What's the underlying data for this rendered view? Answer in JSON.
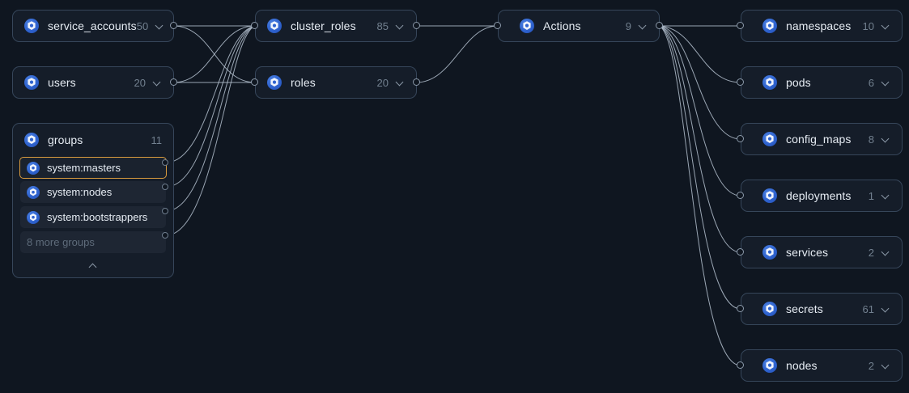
{
  "graph": {
    "background_color": "#0f1620",
    "node_bg": "#151d29",
    "node_border": "#36465a",
    "edge_color": "#b9c6d4",
    "selection_color": "#d99b3e",
    "icon_name": "kubernetes-icon"
  },
  "columns": {
    "identities": [
      {
        "id": "service_accounts",
        "label": "service_accounts",
        "count": "50",
        "chevron": "chevron-down"
      },
      {
        "id": "users",
        "label": "users",
        "count": "20",
        "chevron": "chevron-down"
      }
    ],
    "groups_panel": {
      "id": "groups",
      "label": "groups",
      "count": "11",
      "rows": [
        {
          "id": "system-masters",
          "label": "system:masters",
          "selected": true
        },
        {
          "id": "system-nodes",
          "label": "system:nodes",
          "selected": false
        },
        {
          "id": "system-bootstrappers",
          "label": "system:bootstrappers",
          "selected": false
        },
        {
          "id": "more-groups",
          "label": "8 more groups",
          "selected": false,
          "muted": true
        }
      ],
      "collapse_chevron": "chevron-up"
    },
    "roles": [
      {
        "id": "cluster_roles",
        "label": "cluster_roles",
        "count": "85",
        "chevron": "chevron-down"
      },
      {
        "id": "roles",
        "label": "roles",
        "count": "20",
        "chevron": "chevron-down"
      }
    ],
    "actions": [
      {
        "id": "actions",
        "label": "Actions",
        "count": "9",
        "chevron": "chevron-down"
      }
    ],
    "resources": [
      {
        "id": "namespaces",
        "label": "namespaces",
        "count": "10",
        "chevron": "chevron-down"
      },
      {
        "id": "pods",
        "label": "pods",
        "count": "6",
        "chevron": "chevron-down"
      },
      {
        "id": "config_maps",
        "label": "config_maps",
        "count": "8",
        "chevron": "chevron-down"
      },
      {
        "id": "deployments",
        "label": "deployments",
        "count": "1",
        "chevron": "chevron-down"
      },
      {
        "id": "services",
        "label": "services",
        "count": "2",
        "chevron": "chevron-down"
      },
      {
        "id": "secrets",
        "label": "secrets",
        "count": "61",
        "chevron": "chevron-down"
      },
      {
        "id": "nodes",
        "label": "nodes",
        "count": "2",
        "chevron": "chevron-down"
      }
    ]
  }
}
